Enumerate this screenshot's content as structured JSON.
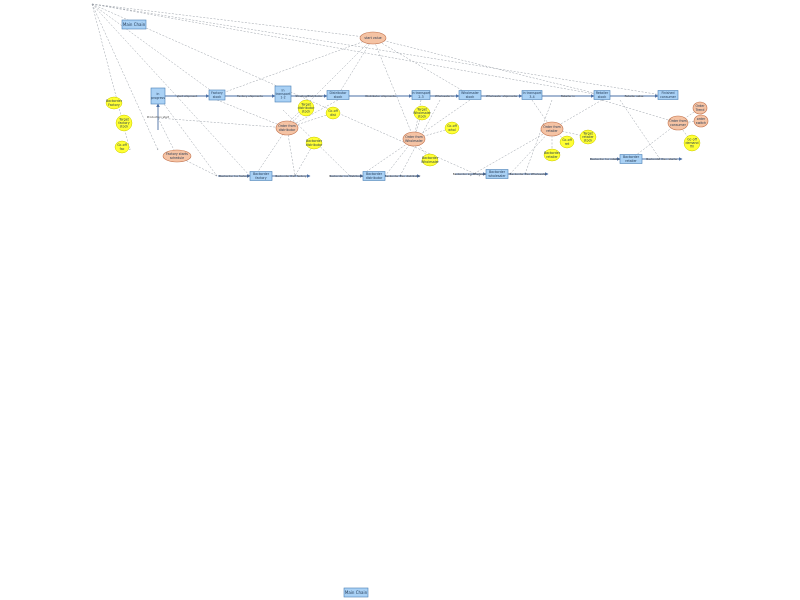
{
  "nav": {
    "top_label": "Main Chain",
    "bottom_label": "Main Chain"
  },
  "stocks": [
    {
      "id": "sk1",
      "label": [
        "in",
        "progress"
      ]
    },
    {
      "id": "sk2",
      "label": [
        "Factory",
        "stock"
      ]
    },
    {
      "id": "sk3",
      "label": [
        "In",
        "transport",
        "1-2"
      ]
    },
    {
      "id": "sk4",
      "label": [
        "Distributor",
        "stock"
      ]
    },
    {
      "id": "sk5",
      "label": [
        "In transport",
        "2-3"
      ]
    },
    {
      "id": "sk6",
      "label": [
        "Wholesaler",
        "stock"
      ]
    },
    {
      "id": "sk7",
      "label": [
        "In transport",
        "3-4"
      ]
    },
    {
      "id": "sk8",
      "label": [
        "Retailer",
        "stock"
      ]
    },
    {
      "id": "sk9",
      "label": [
        "Finished",
        "consumer"
      ]
    },
    {
      "id": "sk10",
      "label": [
        "Backorder",
        "factory"
      ]
    },
    {
      "id": "sk11",
      "label": [
        "Backorder",
        "distributor"
      ]
    },
    {
      "id": "sk12",
      "label": [
        "Backorder",
        "wholesaler"
      ]
    },
    {
      "id": "sk13",
      "label": [
        "Backorder",
        "retailer"
      ]
    }
  ],
  "auxiliaries": [
    {
      "id": "ax1",
      "label": [
        "start value"
      ]
    },
    {
      "id": "ax2",
      "label": [
        "Order from",
        "distributor"
      ]
    },
    {
      "id": "ax3",
      "label": [
        "Order from",
        "Wholesaler"
      ]
    },
    {
      "id": "ax4",
      "label": [
        "Order from",
        "retailer"
      ]
    },
    {
      "id": "ax5",
      "label": [
        "Order from",
        "consumer"
      ]
    },
    {
      "id": "ax6",
      "label": [
        "Factory starts",
        "schedule"
      ]
    },
    {
      "id": "ax7",
      "label": [
        "Order",
        "Trend"
      ]
    },
    {
      "id": "ax8",
      "label": [
        "order",
        "switch"
      ]
    }
  ],
  "constants": [
    {
      "id": "c1",
      "label": [
        "Backorder",
        "Factory"
      ]
    },
    {
      "id": "c2",
      "label": [
        "Target",
        "factory",
        "stock"
      ]
    },
    {
      "id": "c3",
      "label": [
        "Gc-off",
        "fac"
      ]
    },
    {
      "id": "c4",
      "label": [
        "Target",
        "distributor",
        "stock"
      ]
    },
    {
      "id": "c5",
      "label": [
        "Gc-off",
        "dist"
      ]
    },
    {
      "id": "c6",
      "label": [
        "Backorder",
        "distributor"
      ]
    },
    {
      "id": "c7",
      "label": [
        "Target",
        "Wholesaler",
        "stock"
      ]
    },
    {
      "id": "c8",
      "label": [
        "Gc-off",
        "whol"
      ]
    },
    {
      "id": "c9",
      "label": [
        "Backorder",
        "Wholesaler"
      ]
    },
    {
      "id": "c10",
      "label": [
        "Target",
        "retailer",
        "stock"
      ]
    },
    {
      "id": "c11",
      "label": [
        "Gc-off",
        "ret"
      ]
    },
    {
      "id": "c12",
      "label": [
        "Backorder",
        "retailer"
      ]
    },
    {
      "id": "c13",
      "label": [
        "Gc-off",
        "demand",
        "fill"
      ]
    }
  ],
  "flows": [
    {
      "id": "f1",
      "label": "start shipment"
    },
    {
      "id": "f2",
      "label": "Factory shipments"
    },
    {
      "id": "f3",
      "label": "Sending/Distributor"
    },
    {
      "id": "f4",
      "label": "Distributor shipments"
    },
    {
      "id": "f5",
      "label": "Wholesaler in"
    },
    {
      "id": "f6",
      "label": "Wholesaler shipments"
    },
    {
      "id": "f7",
      "label": "Retailer in"
    },
    {
      "id": "f8",
      "label": "Retailer sales"
    },
    {
      "id": "f9",
      "label": "Backorder Inc factory"
    },
    {
      "id": "f10",
      "label": "Backorder Dec factory"
    },
    {
      "id": "f11",
      "label": "Backorder inc distributor"
    },
    {
      "id": "f12",
      "label": "Backorder Dec distributor"
    },
    {
      "id": "f13",
      "label": "Backorder inc Wholesaler"
    },
    {
      "id": "f14",
      "label": "Backorder Dec Wholesaler"
    },
    {
      "id": "f15",
      "label": "Backorder Inc retailer"
    },
    {
      "id": "f16",
      "label": "Backorder Dec retailer"
    },
    {
      "id": "f17",
      "label": "Production start"
    }
  ]
}
